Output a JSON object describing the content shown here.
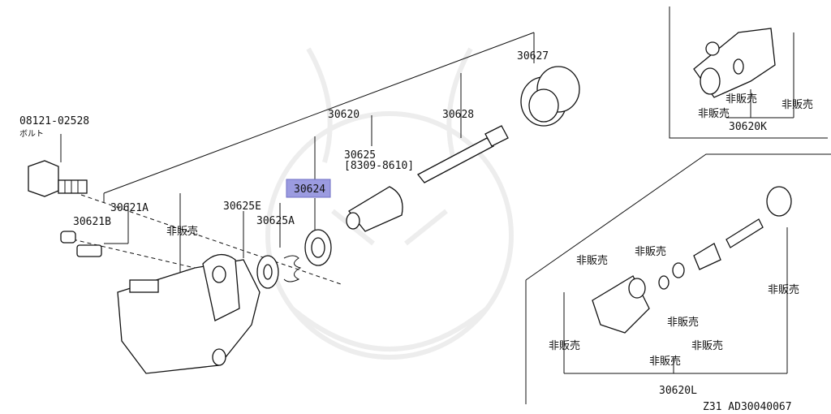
{
  "labels": {
    "bolt_code": "08121-02528",
    "bolt_jp": "ボルト",
    "p30621A": "30621A",
    "p30621B": "30621B",
    "p30625E": "30625E",
    "p30625A": "30625A",
    "p30624": "30624",
    "p30620": "30620",
    "p30625": "30625",
    "p30625_range": "[8309-8610]",
    "p30628": "30628",
    "p30627": "30627",
    "not_for_sale": "非販売",
    "kit_K": "30620K",
    "kit_L": "30620L",
    "footer": "Z31  AD30040067"
  },
  "highlight_color": "#9b9be0"
}
